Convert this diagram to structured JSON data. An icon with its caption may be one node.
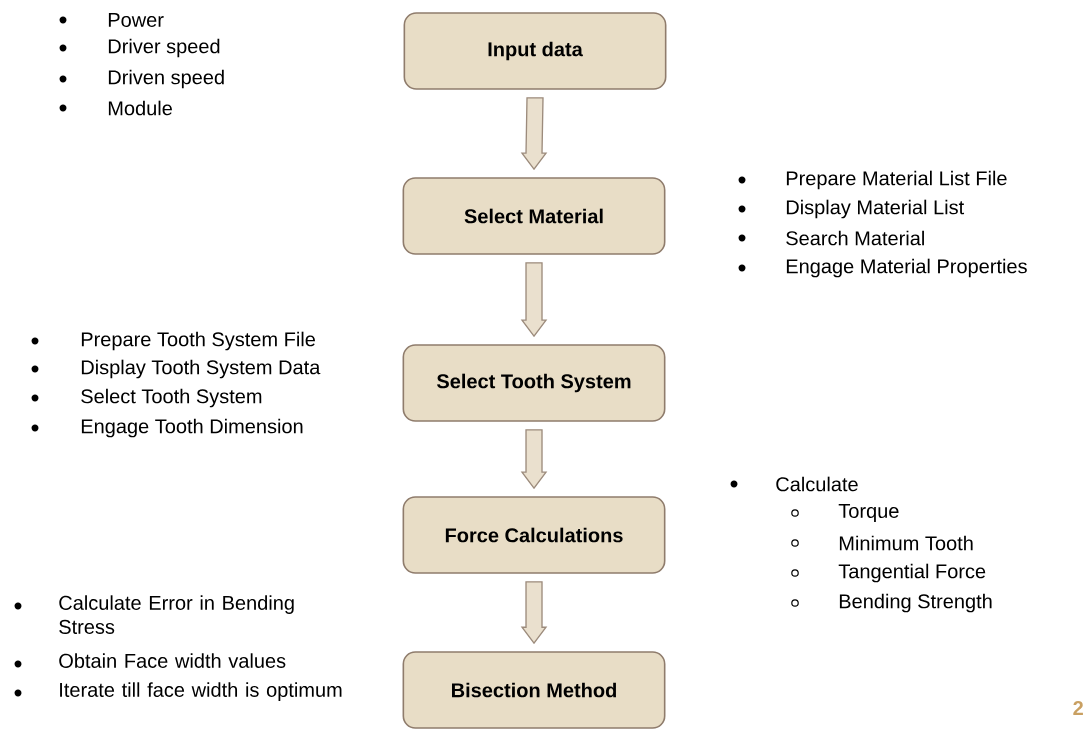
{
  "diagram": {
    "nodes": [
      {
        "text": [
          "Input data"
        ],
        "beside": [
          "Power",
          "Driver speed",
          "Driven speed",
          "Module"
        ]
      },
      {
        "text": [
          "Select Material"
        ],
        "beside": [
          "Prepare Material List File",
          "Display Material List",
          "Search Material",
          "Engage Material Properties"
        ]
      },
      {
        "text": [
          "Select Tooth System"
        ],
        "beside": [
          "Prepare Tooth System File",
          "Display Tooth System Data",
          "Select Tooth System",
          "Engage Tooth Dimension"
        ]
      },
      {
        "text": [
          "Force Calculations"
        ],
        "beside": [
          "Calculate",
          "Torque",
          "Minimum Tooth",
          "Tangential Force",
          "Bending Strength"
        ]
      },
      {
        "text": [
          "Bisection Method"
        ],
        "beside": [
          "Calculate Error in Bending Stress",
          "Obtain Face width values",
          "Iterate till face width is optimum"
        ]
      }
    ],
    "edges": [
      {
        "from": 0,
        "to": 1,
        "arrow": "to"
      },
      {
        "from": 1,
        "to": 2,
        "arrow": "to"
      },
      {
        "from": 2,
        "to": 3,
        "arrow": "to"
      },
      {
        "from": 3,
        "to": 4,
        "arrow": "to"
      }
    ],
    "labels": [
      "2"
    ]
  }
}
